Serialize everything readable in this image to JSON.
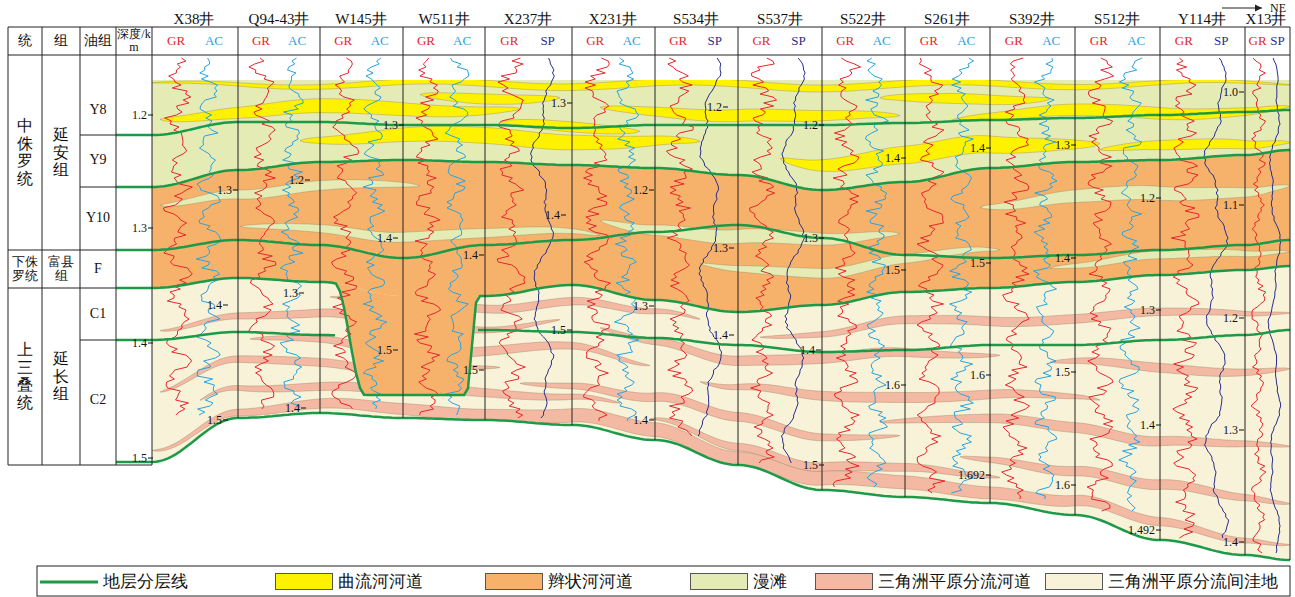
{
  "diagram": {
    "labels": [
      "NE",
      "X38井",
      "Q94-43井",
      "W145井",
      "W511井",
      "X237井",
      "X231井",
      "S534井",
      "S537井",
      "S522井",
      "S261井",
      "S392井",
      "S512井",
      "Y114井",
      "X13井",
      "统",
      "组",
      "油组",
      "深度/km",
      "GR",
      "AC",
      "GR",
      "AC",
      "GR",
      "AC",
      "GR",
      "AC",
      "GR",
      "SP",
      "GR",
      "AC",
      "GR",
      "SP",
      "GR",
      "SP",
      "GR",
      "AC",
      "GR",
      "AC",
      "GR",
      "AC",
      "GR",
      "AC",
      "GR",
      "SP",
      "GR",
      "SP",
      "中侏罗统",
      "延安组",
      "Y8",
      "Y9",
      "Y10",
      "下侏罗统",
      "富县组",
      "F",
      "上三叠统",
      "延长组",
      "C1",
      "C2",
      "1.2",
      "1.3",
      "1.4",
      "1.5",
      "1.3",
      "1.4",
      "1.5",
      "1.2",
      "1.3",
      "1.4",
      "1.3",
      "1.4",
      "1.5",
      "1.4",
      "1.5",
      "1.3",
      "1.4",
      "1.5",
      "1.2",
      "1.3",
      "1.4",
      "1.2",
      "1.3",
      "1.4",
      "1.2",
      "1.3",
      "1.4",
      "1.5",
      "1.4",
      "1.5",
      "1.6",
      "1.4",
      "1.5",
      "1.6",
      "1.692",
      "1.3",
      "1.4",
      "1.5",
      "1.6",
      "1.2",
      "1.3",
      "1.4",
      "1.492",
      "1.0",
      "1.1",
      "1.2",
      "1.3",
      "1.4"
    ],
    "legend": [
      {
        "text": "地层分层线"
      },
      {
        "text": "曲流河河道",
        "color": "#fff200"
      },
      {
        "text": "辫状河河道",
        "color": "#f6b26b"
      },
      {
        "text": "漫滩",
        "color": "#e4ebb4"
      },
      {
        "text": "三角洲平原分流河道",
        "color": "#f4b9a3"
      },
      {
        "text": "三角洲平原分流间洼地",
        "color": "#f7f2d8"
      }
    ]
  }
}
